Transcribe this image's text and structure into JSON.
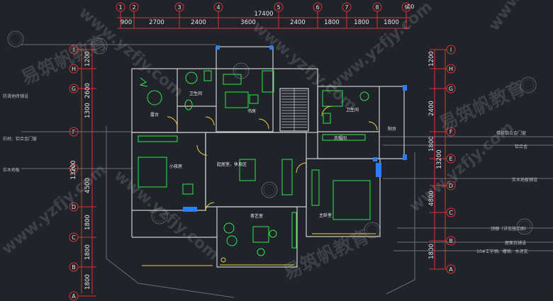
{
  "top_total": "17400",
  "col_axes": [
    "1",
    "2",
    "3",
    "4",
    "5",
    "6",
    "7",
    "8",
    "9",
    "10"
  ],
  "col_dims": [
    "900",
    "2700",
    "2400",
    "3600",
    "2400",
    "1800",
    "1800",
    "1800"
  ],
  "row_axes": [
    "I",
    "H",
    "G",
    "F",
    "E",
    "D",
    "C",
    "B",
    "A"
  ],
  "left_dims": [
    "1200",
    "2600",
    "1300",
    "4500",
    "1800",
    "1800",
    "1800"
  ],
  "left_total": "13200",
  "right_dims": [
    "1200",
    "2400",
    "1800",
    "4800",
    "1800"
  ],
  "right_total": "13200",
  "rooms": {
    "bath1": "卫生间",
    "study": "书房",
    "balcony1": "露台",
    "bath2": "卫生间",
    "balcony2": "阳台",
    "closet": "衣帽间",
    "kid_room": "小孩房",
    "living": "起居室、休息区",
    "master": "主卧室",
    "tea_room": "茶艺室"
  },
  "notes_left": [
    "防滑地砖铺设",
    "石材、铝合金门窗",
    "实木地板"
  ],
  "notes_right": [
    "楼梯铝合金门窗",
    "铝合金",
    "实木地板铺设",
    "顶棚（详见施工图）",
    "屋面瓦铺设",
    "10#工字钢、槽钢、水泥瓦"
  ],
  "watermark_text": "www.yzfjy.com",
  "watermark_brand": "易筑帆教育",
  "stamp_text": "易筑帆教育",
  "colors": {
    "background": "#20232a",
    "axis": "#e03030",
    "furniture": "#2fe84a",
    "wall": "#cfcfcf"
  }
}
